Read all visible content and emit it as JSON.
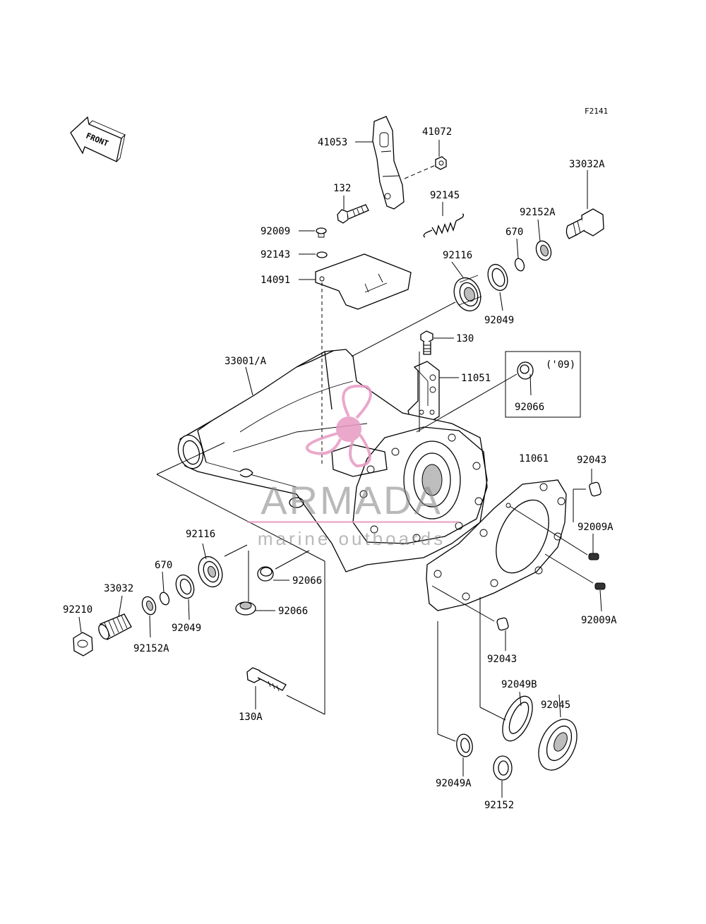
{
  "figure_code": "F2141",
  "front_label": "FRONT",
  "parts": {
    "p41053": "41053",
    "p41072": "41072",
    "p132": "132",
    "p92145": "92145",
    "p33032A": "33032A",
    "p92152A_top": "92152A",
    "p670_top": "670",
    "p92009": "92009",
    "p92143": "92143",
    "p92116_top": "92116",
    "p14091": "14091",
    "p92049_top": "92049",
    "p130": "130",
    "p33001A": "33001/A",
    "p11051": "11051",
    "p09": "('09)",
    "p92066_box": "92066",
    "p11061": "11061",
    "p92043_top": "92043",
    "p92009A_1": "92009A",
    "p92009A_2": "92009A",
    "p92116_left": "92116",
    "p670_left": "670",
    "p33032": "33032",
    "p92066_a": "92066",
    "p92210": "92210",
    "p92066_b": "92066",
    "p92049_left": "92049",
    "p92152A_left": "92152A",
    "p92043_bottom": "92043",
    "p92049B": "92049B",
    "p92045": "92045",
    "p130A": "130A",
    "p92049A": "92049A",
    "p92152": "92152"
  },
  "watermark": {
    "brand": "ARMADA",
    "tagline": "marine outboards",
    "color": "#e79ac3"
  }
}
